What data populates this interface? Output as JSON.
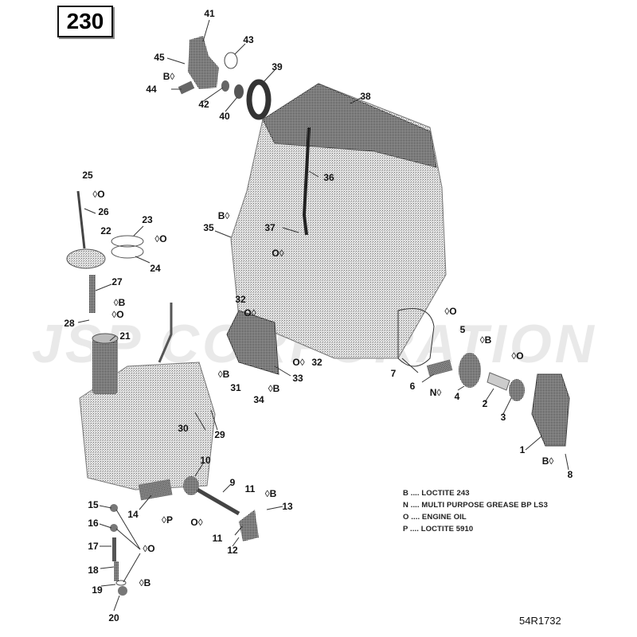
{
  "diagram": {
    "number": "230",
    "reference_code": "54R1732",
    "watermark": "JSP CORPORATION"
  },
  "legend": [
    {
      "code": "B",
      "text": "B .... LOCTITE 243"
    },
    {
      "code": "N",
      "text": "N .... MULTI PURPOSE GREASE BP LS3"
    },
    {
      "code": "O",
      "text": "O .... ENGINE OIL"
    },
    {
      "code": "P",
      "text": "P .... LOCTITE 5910"
    }
  ],
  "callouts": [
    {
      "id": "41",
      "text": "41"
    },
    {
      "id": "43",
      "text": "43"
    },
    {
      "id": "45",
      "text": "45"
    },
    {
      "id": "44",
      "text": "44"
    },
    {
      "id": "42",
      "text": "42"
    },
    {
      "id": "40",
      "text": "40"
    },
    {
      "id": "39",
      "text": "39"
    },
    {
      "id": "38",
      "text": "38"
    },
    {
      "id": "36",
      "text": "36"
    },
    {
      "id": "37",
      "text": "37"
    },
    {
      "id": "35",
      "text": "35"
    },
    {
      "id": "25",
      "text": "25"
    },
    {
      "id": "26",
      "text": "26"
    },
    {
      "id": "23",
      "text": "23"
    },
    {
      "id": "22",
      "text": "22"
    },
    {
      "id": "24",
      "text": "24"
    },
    {
      "id": "27",
      "text": "27"
    },
    {
      "id": "28",
      "text": "28"
    },
    {
      "id": "21",
      "text": "21"
    },
    {
      "id": "32a",
      "text": "32"
    },
    {
      "id": "32b",
      "text": "32"
    },
    {
      "id": "33",
      "text": "33"
    },
    {
      "id": "34",
      "text": "34"
    },
    {
      "id": "31",
      "text": "31"
    },
    {
      "id": "30",
      "text": "30"
    },
    {
      "id": "29",
      "text": "29"
    },
    {
      "id": "5",
      "text": "5"
    },
    {
      "id": "7",
      "text": "7"
    },
    {
      "id": "6",
      "text": "6"
    },
    {
      "id": "4",
      "text": "4"
    },
    {
      "id": "2",
      "text": "2"
    },
    {
      "id": "3",
      "text": "3"
    },
    {
      "id": "1",
      "text": "1"
    },
    {
      "id": "8",
      "text": "8"
    },
    {
      "id": "10",
      "text": "10"
    },
    {
      "id": "9",
      "text": "9"
    },
    {
      "id": "11a",
      "text": "11"
    },
    {
      "id": "11b",
      "text": "11"
    },
    {
      "id": "13",
      "text": "13"
    },
    {
      "id": "12",
      "text": "12"
    },
    {
      "id": "14",
      "text": "14"
    },
    {
      "id": "15",
      "text": "15"
    },
    {
      "id": "16",
      "text": "16"
    },
    {
      "id": "17",
      "text": "17"
    },
    {
      "id": "18",
      "text": "18"
    },
    {
      "id": "19",
      "text": "19"
    },
    {
      "id": "20",
      "text": "20"
    }
  ],
  "product_marks": [
    {
      "id": "m45",
      "code": "B"
    },
    {
      "id": "m35",
      "code": "B"
    },
    {
      "id": "m37",
      "code": "O"
    },
    {
      "id": "m26",
      "code": "O"
    },
    {
      "id": "m23",
      "code": "O"
    },
    {
      "id": "m27",
      "code": "B"
    },
    {
      "id": "m21",
      "code": "O"
    },
    {
      "id": "m32a",
      "code": "O"
    },
    {
      "id": "m32b",
      "code": "O"
    },
    {
      "id": "m34",
      "code": "B"
    },
    {
      "id": "m31",
      "code": "B"
    },
    {
      "id": "m7",
      "code": "O"
    },
    {
      "id": "m5",
      "code": "B"
    },
    {
      "id": "m6",
      "code": "N"
    },
    {
      "id": "m2",
      "code": "O"
    },
    {
      "id": "m8",
      "code": "B"
    },
    {
      "id": "m14",
      "code": "P"
    },
    {
      "id": "m9",
      "code": "O"
    },
    {
      "id": "m13",
      "code": "B"
    },
    {
      "id": "m15",
      "code": "O"
    },
    {
      "id": "m20",
      "code": "B"
    }
  ]
}
